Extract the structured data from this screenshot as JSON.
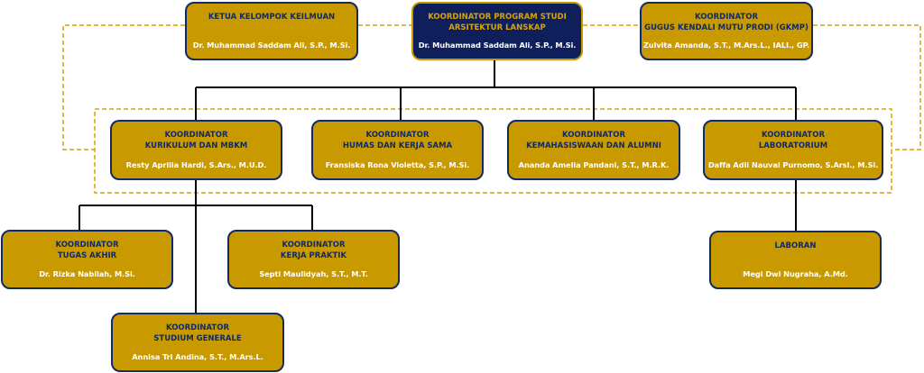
{
  "colors": {
    "gold": "#C99A00",
    "navy": "#0E1F5B",
    "border": "#0F2A66",
    "dash": "#D9A400"
  },
  "head": {
    "title": "KOORDINATOR PROGRAM STUDI\nARSITEKTUR LANSKAP",
    "name": "Dr. Muhammad Saddam Ali, S.P., M.Si."
  },
  "kkk": {
    "title": "KETUA KELOMPOK KEILMUAN",
    "name": "Dr. Muhammad Saddam Ali, S.P., M.Si."
  },
  "gkmp": {
    "title": "KOORDINATOR\nGUGUS KENDALI MUTU PRODI (GKMP)",
    "name": "Zulvita Amanda, S.T., M.Ars.L., IALI., GP."
  },
  "kurikulum": {
    "title": "KOORDINATOR\nKURIKULUM DAN MBKM",
    "name": "Resty Aprilia Hardi, S.Ars., M.U.D."
  },
  "humas": {
    "title": "KOORDINATOR\nHUMAS DAN KERJA SAMA",
    "name": "Fransiska Rona Violetta, S.P., M.Si."
  },
  "kemahasiswaan": {
    "title": "KOORDINATOR\nKEMAHASISWAAN DAN ALUMNI",
    "name": "Ananda Amelia Pandani, S.T., M.R.K."
  },
  "lab": {
    "title": "KOORDINATOR\nLABORATORIUM",
    "name": "Daffa Adli Nauval Purnomo, S.Arsl., M.Si."
  },
  "ta": {
    "title": "KOORDINATOR\nTUGAS AKHIR",
    "name": "Dr. Rizka Nabilah, M.Si."
  },
  "kp": {
    "title": "KOORDINATOR\nKERJA PRAKTIK",
    "name": "Septi Maulidyah, S.T., M.T."
  },
  "sg": {
    "title": "KOORDINATOR\nSTUDIUM GENERALE",
    "name": "Annisa Tri Andina, S.T., M.Ars.L."
  },
  "laboran": {
    "title": "LABORAN",
    "name": "Megi Dwi Nugraha, A.Md."
  }
}
